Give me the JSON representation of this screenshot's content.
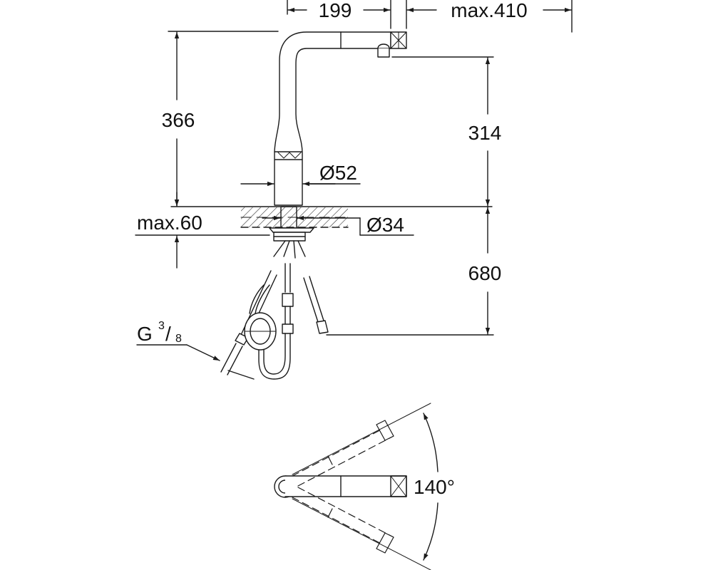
{
  "dimensions": {
    "spout_reach": "199",
    "max_reach": "max.410",
    "total_height": "366",
    "outlet_height": "314",
    "body_diameter": "Ø52",
    "base_diameter": "Ø34",
    "max_deck_thickness": "max.60",
    "hose_length": "680",
    "connection_thread": "G",
    "thread_numerator": "3",
    "thread_slash": "/",
    "thread_denominator": "8",
    "swivel_angle": "140°"
  },
  "colors": {
    "line": "#1a1a1a",
    "fill": "#ffffff",
    "hatch": "#333333"
  }
}
